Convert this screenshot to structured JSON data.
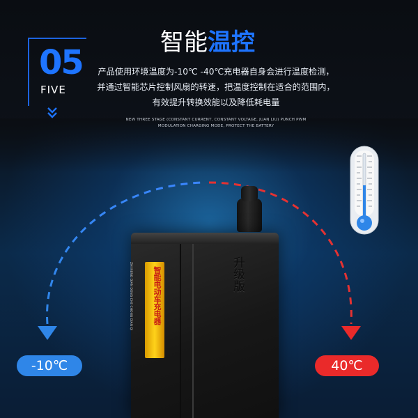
{
  "section": {
    "number": "05",
    "number_word": "FIVE"
  },
  "title": {
    "prefix": "智能",
    "accent": "温控"
  },
  "description": [
    "产品使用环境温度为-10℃ -40℃充电器自身会进行温度检测，",
    "并通过智能芯片控制风扇的转速，把温度控制在适合的范围内，",
    "有效提升转换效能以及降低耗电量"
  ],
  "english_lines": [
    "NEW THREE STAGE (CONSTANT CURRENT, CONSTANT VOLTAGE, JUAN LIU) PUNCH PWM",
    "MODULATION CHARGING MODE, PROTECT THE BATTERY"
  ],
  "product": {
    "sticker_text": "智能电动车充电器",
    "sticker_small": "ZHI NENG DIAN DONG CHE CHONG DIAN QI",
    "emboss_text": "升级版"
  },
  "temperatures": {
    "low": "-10℃",
    "high": "40℃"
  },
  "colors": {
    "accent_blue": "#1e74ff",
    "cold": "#2f86e8",
    "hot": "#ea2a2a",
    "sticker": "#ffd21a"
  },
  "icons": [
    "double-chevron-down-icon",
    "thermometer-icon",
    "arrow-down-icon"
  ]
}
